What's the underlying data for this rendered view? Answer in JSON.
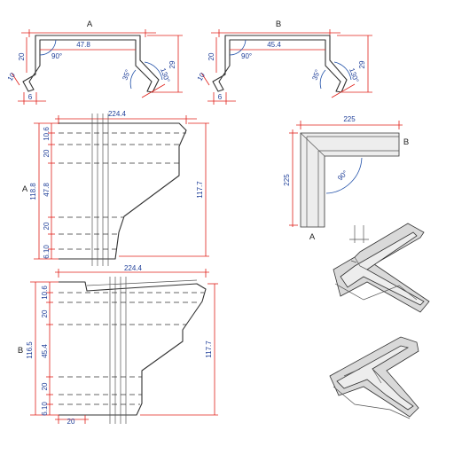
{
  "profile_a": {
    "title": "A",
    "width": "47.8",
    "left_height": "20",
    "right_height": "29",
    "lip": "10",
    "base": "6",
    "angle_top": "90°",
    "angle_mid": "35°",
    "angle_bot": "130°"
  },
  "profile_b": {
    "title": "B",
    "width": "45.4",
    "left_height": "20",
    "right_height": "29",
    "lip": "10",
    "base": "6",
    "angle_top": "90°",
    "angle_mid": "35°",
    "angle_bot": "130°"
  },
  "panel_a": {
    "label": "A",
    "width": "224.4",
    "overall_height": "118.8",
    "right_height": "117.7",
    "seg_1": "10.6",
    "seg_2": "20",
    "seg_3": "47.8",
    "seg_4": "20",
    "seg_5": "6.10"
  },
  "panel_b": {
    "label": "B",
    "width": "224.4",
    "overall_height": "116.5",
    "right_height": "117.7",
    "seg_1": "10.6",
    "seg_2": "20",
    "seg_3": "45.4",
    "seg_4": "20",
    "seg_5": "6.10",
    "bottom_width": "20"
  },
  "corner_view": {
    "width": "225",
    "height": "225",
    "angle": "90°",
    "end_a": "A",
    "end_b": "B"
  }
}
